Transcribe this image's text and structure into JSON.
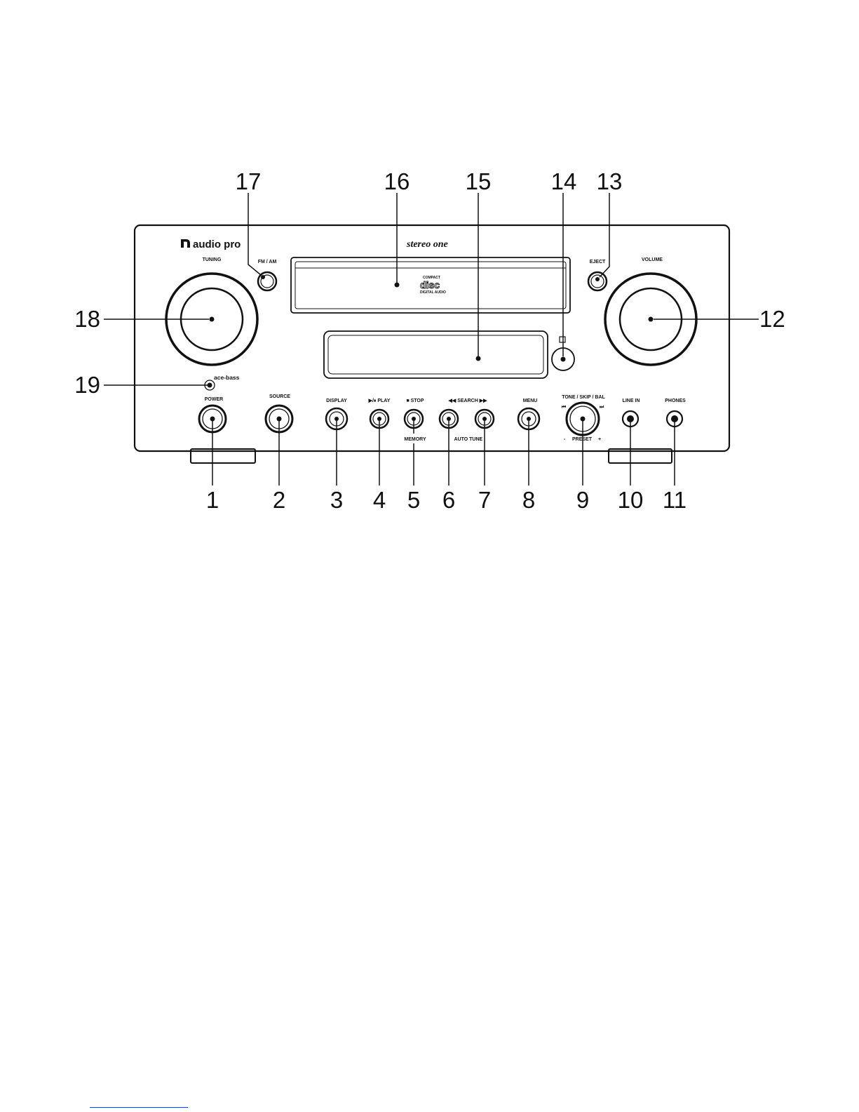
{
  "brand": {
    "name": "audio pro",
    "model": "stereo one",
    "feature_logo": "ace-bass"
  },
  "disc_logo": {
    "top": "COMPACT",
    "mid": "disc",
    "bottom": "DIGITAL AUDIO"
  },
  "panel_labels": {
    "tuning": "TUNING",
    "fm_am": "FM / AM",
    "eject": "EJECT",
    "volume": "VOLUME",
    "power": "POWER",
    "source": "SOURCE",
    "display": "DISPLAY",
    "play": "▶/⏸ PLAY",
    "stop": "■ STOP",
    "search": "◀◀   SEARCH   ▶▶",
    "memory": "MEMORY",
    "auto_tune": "AUTO TUNE  ·",
    "menu": "MENU",
    "tone_skip_bal": "TONE / SKIP / BAL",
    "skip_left": "⏮",
    "skip_right": "⏭",
    "preset_minus": "-",
    "preset": "PRESET",
    "preset_plus": "+",
    "line_in": "LINE IN",
    "phones": "PHONES"
  },
  "callouts": {
    "c1": "1",
    "c2": "2",
    "c3": "3",
    "c4": "4",
    "c5": "5",
    "c6": "6",
    "c7": "7",
    "c8": "8",
    "c9": "9",
    "c10": "10",
    "c11": "11",
    "c12": "12",
    "c13": "13",
    "c14": "14",
    "c15": "15",
    "c16": "16",
    "c17": "17",
    "c18": "18",
    "c19": "19"
  },
  "colors": {
    "ink": "#111111",
    "panel": "#ffffff",
    "footer_rule": "#2a3fb0"
  }
}
